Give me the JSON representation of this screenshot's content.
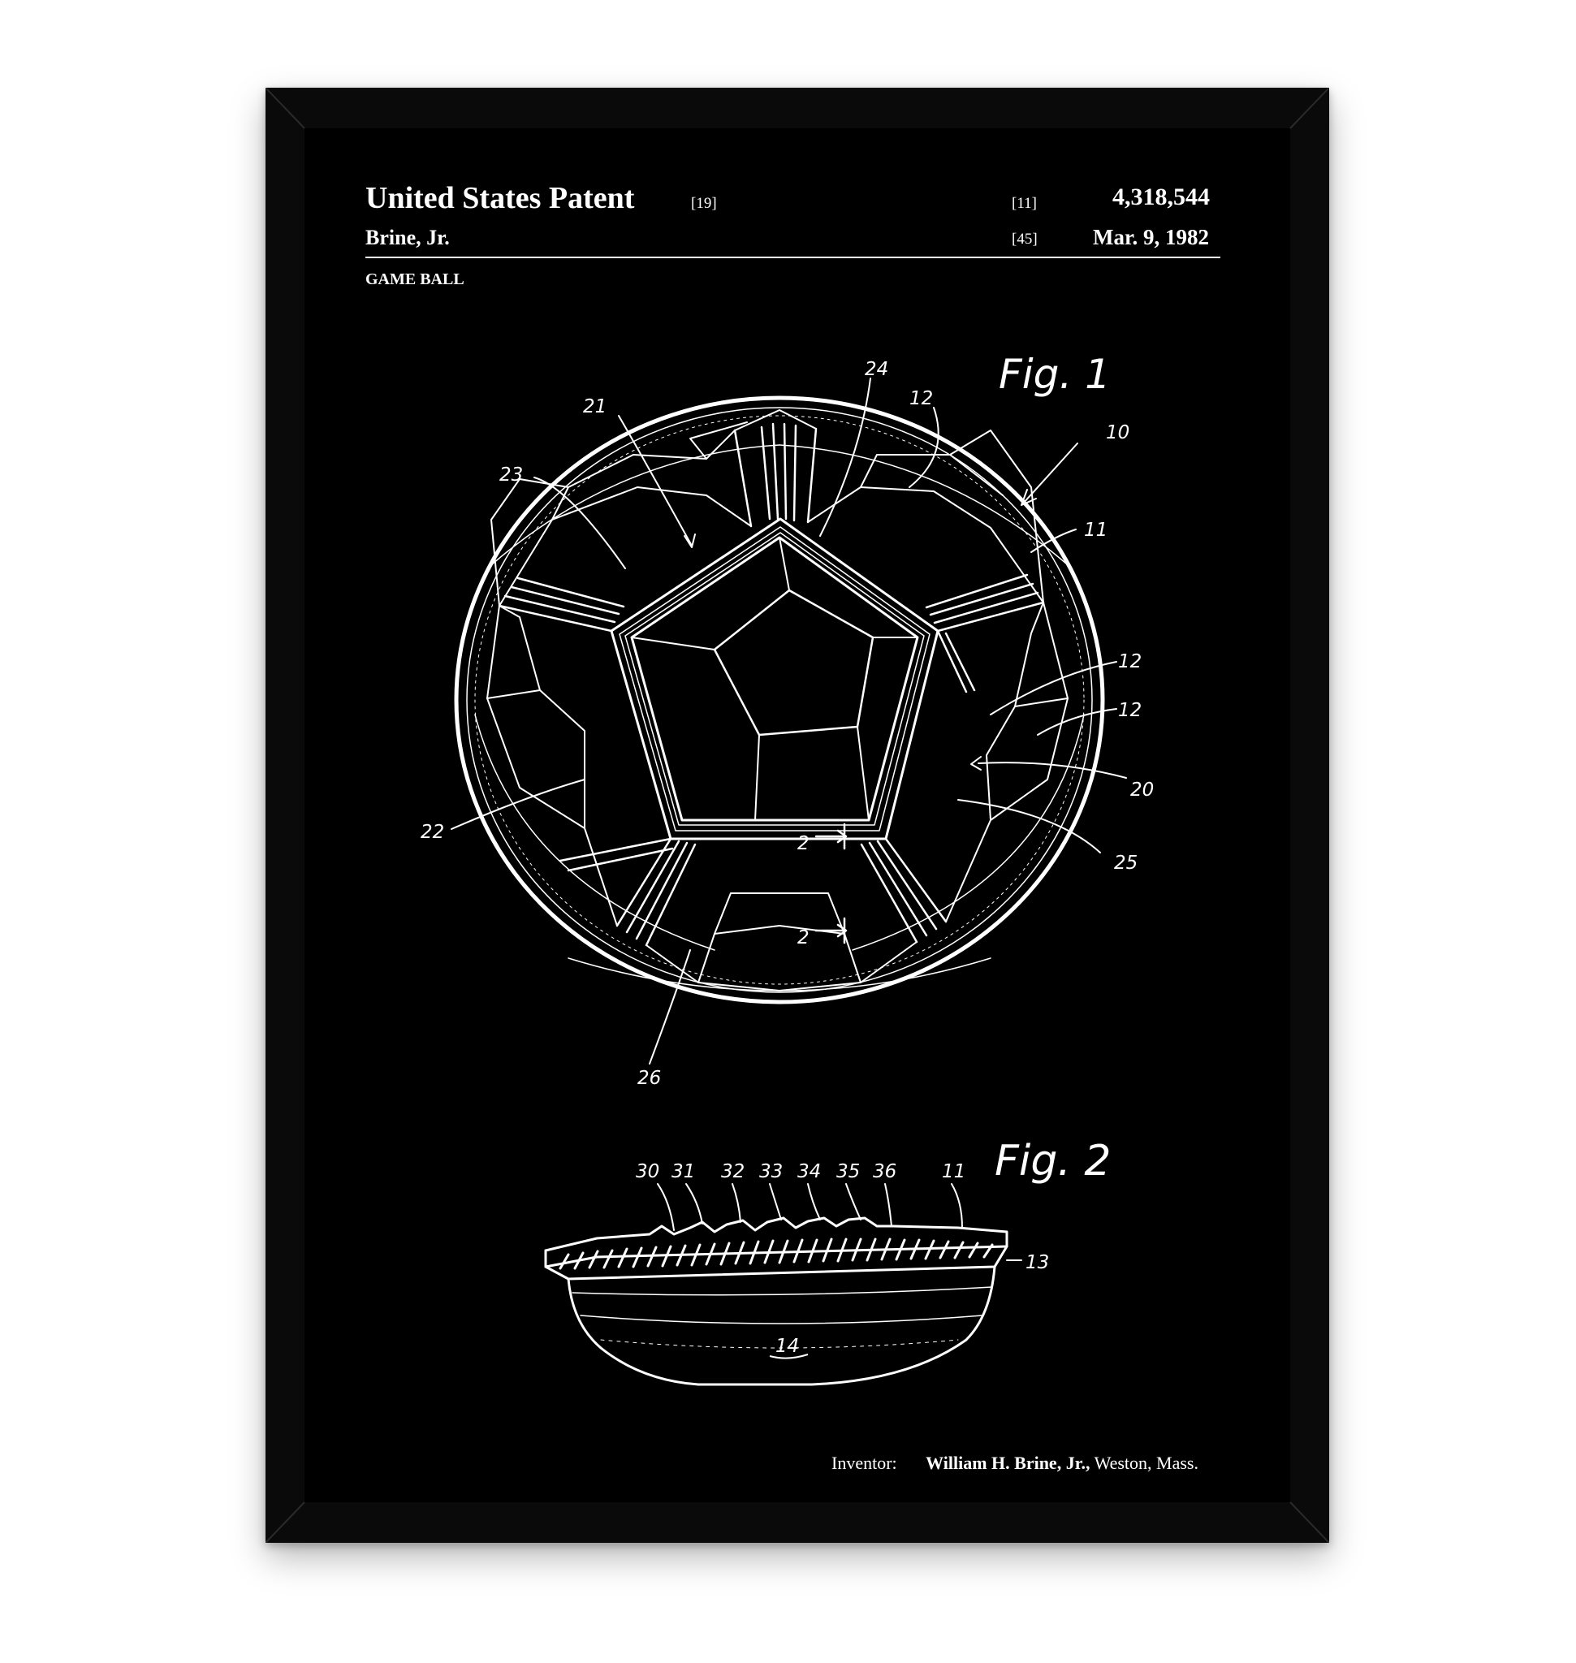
{
  "header": {
    "title": "United States Patent",
    "title_ref": "[19]",
    "patent_ref": "[11]",
    "patent_number": "4,318,544",
    "inventor_short": "Brine, Jr.",
    "date_ref": "[45]",
    "date": "Mar. 9, 1982",
    "subject": "GAME BALL"
  },
  "figures": {
    "fig1_label": "Fig. 1",
    "fig2_label": "Fig. 2"
  },
  "fig1_refs": [
    "24",
    "12",
    "21",
    "10",
    "23",
    "11",
    "12",
    "12",
    "20",
    "22",
    "2",
    "25",
    "2",
    "26"
  ],
  "fig2_refs": [
    "30",
    "31",
    "32",
    "33",
    "34",
    "35",
    "36",
    "11",
    "13",
    "14"
  ],
  "footer": {
    "label": "Inventor:",
    "name": "William H. Brine, Jr.,",
    "location": "Weston, Mass."
  },
  "colors": {
    "background": "#ffffff",
    "frame": "#0a0a0a",
    "poster": "#000000",
    "ink": "#ffffff"
  }
}
